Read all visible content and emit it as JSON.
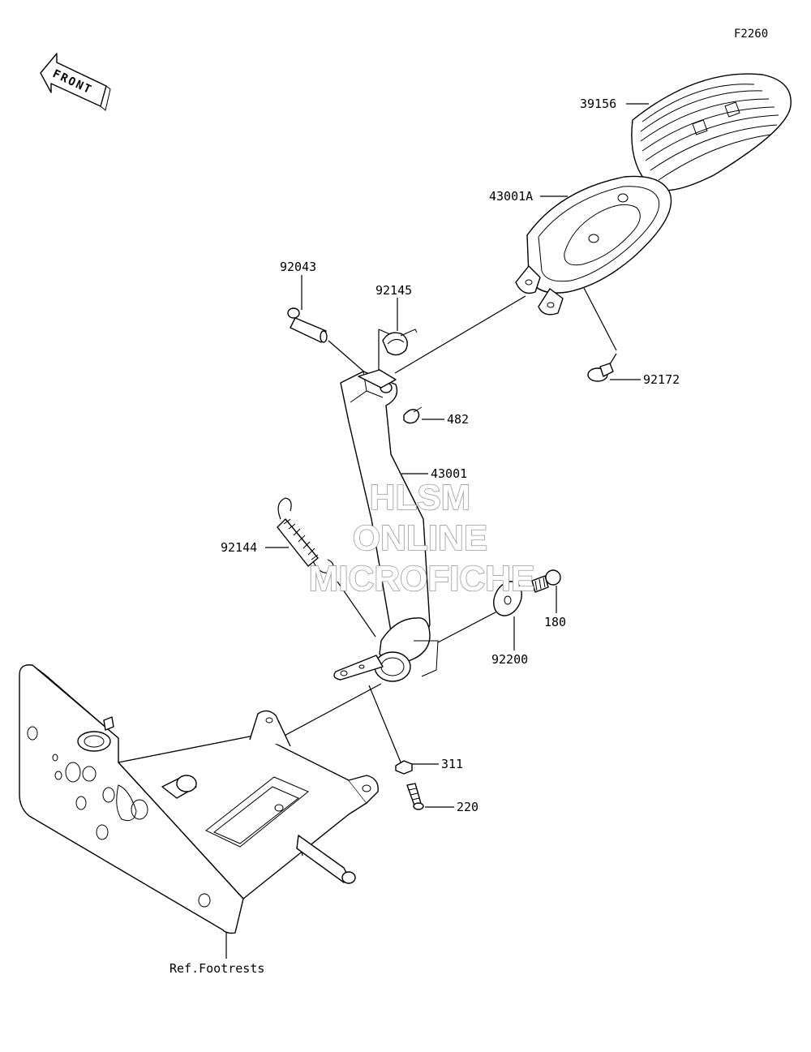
{
  "diagram_code": "F2260",
  "front_arrow_label": "FRONT",
  "watermark": {
    "line1": "HLSM",
    "line2": "ONLINE",
    "line3": "MICROFICHE"
  },
  "parts": {
    "p39156": "39156",
    "p43001a": "43001A",
    "p92043": "92043",
    "p92145": "92145",
    "p92172": "92172",
    "p482": "482",
    "p43001": "43001",
    "p92144": "92144",
    "p180": "180",
    "p92200": "92200",
    "p311": "311",
    "p220": "220"
  },
  "reference_label": "Ref.Footrests"
}
